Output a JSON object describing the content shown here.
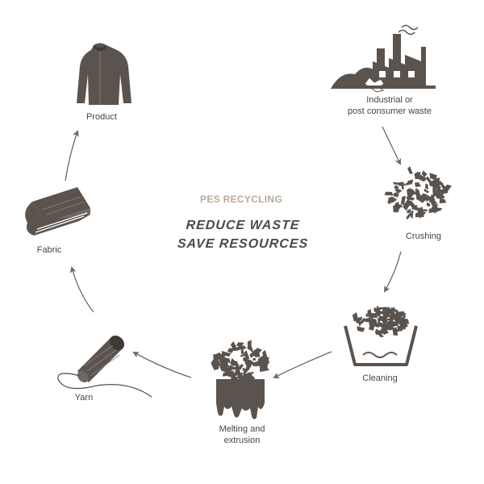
{
  "diagram": {
    "title": "PES RECYCLING",
    "slogan": [
      "REDUCE WASTE",
      "SAVE RESOURCES"
    ],
    "colors": {
      "icon": "#5b534d",
      "text": "#4a443f",
      "title": "#b9aa9a",
      "arrow": "#6f6761"
    },
    "steps": {
      "waste": {
        "label_line1": "Industrial or",
        "label_line2": "post consumer waste",
        "icon": "factory-icon"
      },
      "crushing": {
        "label": "Crushing",
        "icon": "crushed-flakes-icon"
      },
      "cleaning": {
        "label": "Cleaning",
        "icon": "washing-basin-icon"
      },
      "melting": {
        "label_line1": "Melting and",
        "label_line2": "extrusion",
        "icon": "melting-pot-icon"
      },
      "yarn": {
        "label": "Yarn",
        "icon": "yarn-spool-icon"
      },
      "fabric": {
        "label": "Fabric",
        "icon": "folded-fabric-icon"
      },
      "product": {
        "label": "Product",
        "icon": "jacket-icon"
      }
    }
  }
}
